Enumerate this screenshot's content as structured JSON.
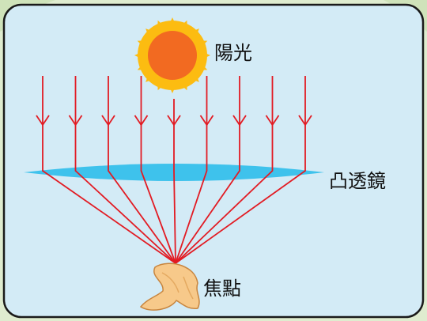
{
  "labels": {
    "sun": "陽光",
    "lens": "凸透鏡",
    "focus": "焦點"
  },
  "colors": {
    "page_background": "#dfeccf",
    "panel_background": "#d3ebf6",
    "panel_border": "#1a1a1a",
    "sun_core": "#f26a21",
    "sun_rays": "#fcbc11",
    "light_rays": "#e21b23",
    "lens": "#3ec2ec",
    "object_fill": "#f7c98a",
    "object_outline": "#c8853e"
  },
  "icons": {
    "sun": "sun-icon",
    "lens": "convex-lens-shape",
    "object": "burning-leaf-shape"
  },
  "diagram": {
    "incoming_ray_count": 9,
    "ray_direction": "down"
  }
}
